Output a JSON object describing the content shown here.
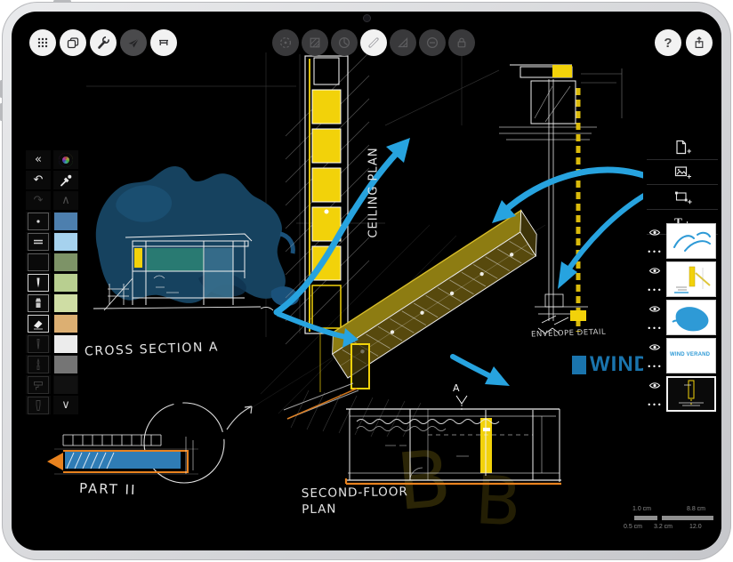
{
  "toolbar": {
    "left": [
      {
        "name": "grid-settings"
      },
      {
        "name": "duplicate"
      },
      {
        "name": "tools-wrench"
      },
      {
        "name": "send-plane",
        "state": "disabled"
      },
      {
        "name": "measure"
      }
    ],
    "center": [
      {
        "name": "precision-dial",
        "state": "dimmed"
      },
      {
        "name": "fill-hatch",
        "state": "dimmed"
      },
      {
        "name": "protractor",
        "state": "dimmed"
      },
      {
        "name": "pen",
        "state": "active"
      },
      {
        "name": "set-square",
        "state": "dimmed"
      },
      {
        "name": "subtract",
        "state": "dimmed"
      },
      {
        "name": "lock",
        "state": "dimmed"
      }
    ],
    "right": [
      {
        "name": "help",
        "glyph": "?"
      },
      {
        "name": "share"
      }
    ]
  },
  "palette": {
    "collapse_glyph": "«",
    "undo_glyph": "↶",
    "redo_glyph": "↷",
    "scroll_up_glyph": "∧",
    "scroll_down_glyph": "∨",
    "tools": [
      "point",
      "stroke-preview",
      "empty-slot",
      "fixed-pen",
      "ink-pen",
      "eraser",
      "pencil",
      "brush",
      "roller",
      "marker"
    ],
    "selected_tools": [
      "fixed-pen",
      "eraser"
    ],
    "colors": [
      "#4d7fae",
      "#a6d2ee",
      "#7d9367",
      "#b8cf90",
      "#cfdda4",
      "#dcaf72",
      "#ececec",
      "#757575",
      "#111111"
    ]
  },
  "right_panel": {
    "add_buttons": [
      {
        "name": "new-page"
      },
      {
        "name": "insert-image"
      },
      {
        "name": "transform-frame"
      },
      {
        "name": "insert-text",
        "glyph": "T"
      }
    ],
    "more_glyph": "•••",
    "layers": [
      {
        "thumb": "blue-strokes"
      },
      {
        "thumb": "yellow-sketch"
      },
      {
        "thumb": "blue-blob"
      },
      {
        "thumb": "text-label",
        "label": "WIND VERAND"
      },
      {
        "thumb": "dark-sketch",
        "selected": true
      }
    ]
  },
  "canvas": {
    "labels": {
      "cross_section": "CROSS SECTION A",
      "ceiling_plan": "CEILING PLAN",
      "envelope_detail": "ENVELOPE DETAIL",
      "wind_text": "WIND VE",
      "section_marker": "A",
      "part": "PART II",
      "floor_plan": "SECOND-FLOOR PLAN",
      "ghost": "B"
    },
    "colors": {
      "arrow_blue": "#27a3df",
      "wind_blue": "#1a74ad",
      "blob_navy": "#16425f",
      "yellow": "#f2d20a",
      "olive": "#8d7c12",
      "orange": "#e8821e",
      "teal": "#2b7f74"
    }
  },
  "scale_bar": {
    "top_left": "1.0 cm",
    "top_right": "8.8 cm",
    "bottom_left": "0.5 cm",
    "bottom_mid": "3.2 cm",
    "bottom_right": "12.0"
  }
}
